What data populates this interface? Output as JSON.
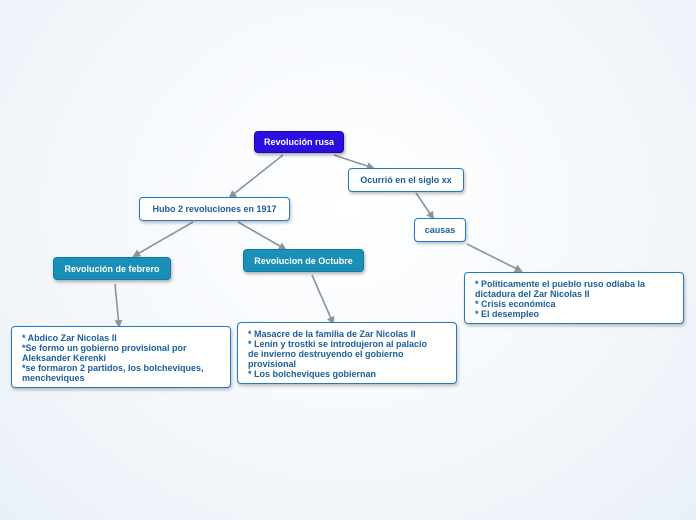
{
  "nodes": {
    "root": "Revolución rusa",
    "two_revolutions": "Hubo 2 revoluciones en 1917",
    "century": "Ocurrió en el siglo xx",
    "feb": "Revolución de febrero",
    "oct": "Revolucion de Octubre",
    "causes": "causas",
    "feb_detail": [
      "* Abdico Zar Nicolas  II",
      "*Se formo un gobierno provisional por",
      "Aleksander Kerenki",
      "*se formaron 2 partidos, los bolcheviques,",
      "mencheviques"
    ],
    "oct_detail": [
      "* Masacre de la familia de Zar Nicolas II",
      "* Lenin y trostki se introdujeron al palacio",
      "de invierno destruyendo el gobierno",
      "provisional",
      "* Los bolcheviques gobiernan"
    ],
    "causes_detail": [
      "* Politicamente el pueblo ruso odiaba la",
      "dictadura del Zar Nicolas II",
      "* Crisis económica",
      "* El desempleo"
    ]
  },
  "colors": {
    "root": "#2b0fe0",
    "teal": "#1a8fb8",
    "border": "#2a78c0",
    "text": "#1a5fa0",
    "edge": "#8a94a0"
  }
}
